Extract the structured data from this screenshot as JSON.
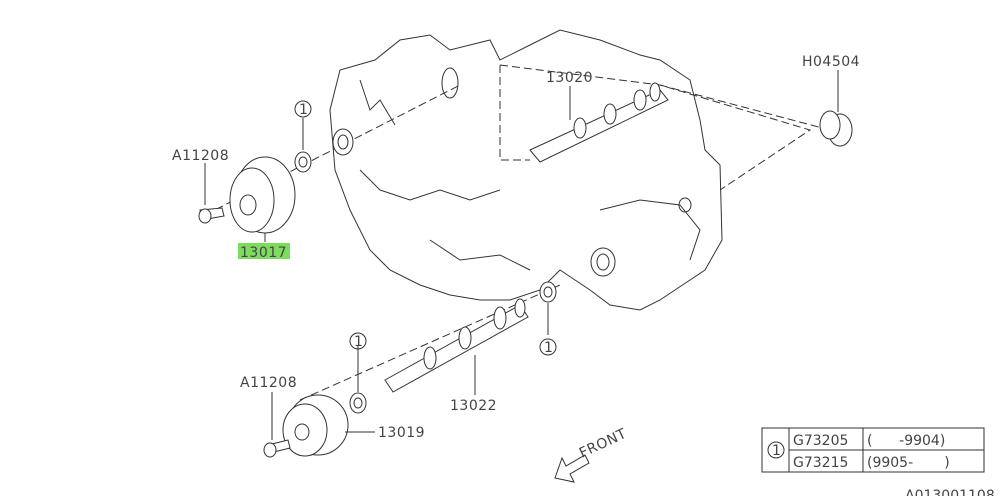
{
  "highlight_color": "#7ddc5e",
  "labels": {
    "bolt_top": "A11208",
    "sprocket_top": "13017",
    "camshaft_top": "13020",
    "plug": "H04504",
    "camshaft_bottom": "13022",
    "bolt_bottom": "A11208",
    "sprocket_bottom": "13019",
    "ref_1": "1",
    "front": "FRONT"
  },
  "table": {
    "ref": "1",
    "rows": [
      {
        "part": "G73205",
        "range": "(      -9904)"
      },
      {
        "part": "G73215",
        "range": "(9905-       )"
      }
    ]
  },
  "diagram_code": "A013001108"
}
